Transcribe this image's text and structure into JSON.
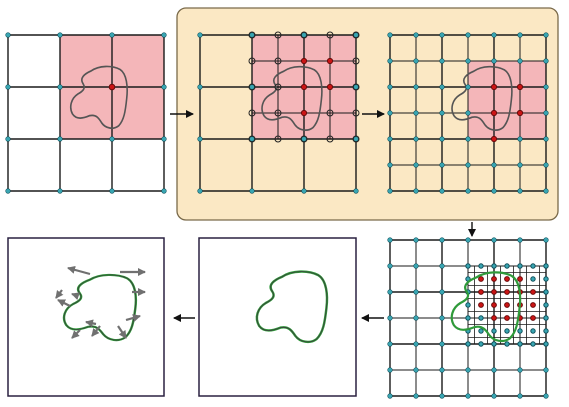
{
  "colors": {
    "background": "#ffffff",
    "highlight_panel": "#fbe8c4",
    "highlight_panel_border": "#7a6a4a",
    "cell_fill": "#f4b6b9",
    "grid_line": "#1a1a1a",
    "node": "#39a6b3",
    "node_stroke": "#0e4f5a",
    "active_node": "#cc1515",
    "probe_node_stroke": "#222222",
    "curve": "#555555",
    "green_curve": "#2f9a3a",
    "normal_arrow": "#707070",
    "box_border": "#2a2040",
    "flow_arrow": "#111111"
  },
  "panels": [
    {
      "name": "coarse-grid-panel"
    },
    {
      "name": "refined-probe-panel"
    },
    {
      "name": "selected-cells-panel"
    },
    {
      "name": "fine-grid-contour-panel"
    },
    {
      "name": "extracted-contour-panel"
    },
    {
      "name": "contour-normals-panel"
    }
  ],
  "flow": [
    "grid-1-to-grid-2",
    "grid-2-to-grid-3",
    "grid-3-to-grid-4",
    "grid-4-to-box-5",
    "box-5-to-box-6"
  ]
}
